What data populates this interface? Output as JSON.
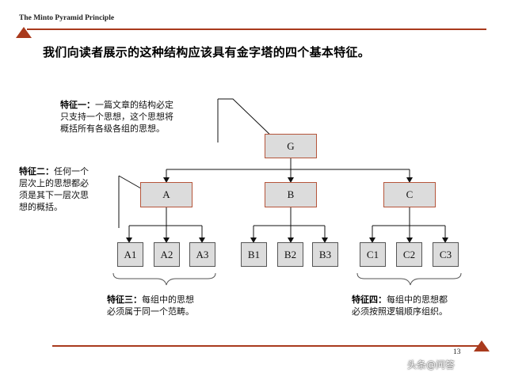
{
  "header": {
    "title": "The Minto Pyramid Principle"
  },
  "heading": "我们向读者展示的这种结构应该具有金字塔的四个基本特征。",
  "notes": {
    "f1": {
      "label": "特征一：",
      "text1": "一篇文章的结构必定",
      "text2": "只支持一个思想，这个思想将",
      "text3": "概括所有各级各组的思想。"
    },
    "f2": {
      "label": "特征二：",
      "text1": "任何一个",
      "text2": "层次上的思想都必",
      "text3": "须是其下一层次思",
      "text4": "想的概括。"
    },
    "f3": {
      "label": "特征三：",
      "text1": "每组中的思想",
      "text2": "必须属于同一个范畴。"
    },
    "f4": {
      "label": "特征四：",
      "text1": "每组中的思想都",
      "text2": "必须按照逻辑顺序组织。"
    }
  },
  "tree": {
    "root": "G",
    "mid": [
      "A",
      "B",
      "C"
    ],
    "leaves": [
      "A1",
      "A2",
      "A3",
      "B1",
      "B2",
      "B3",
      "C1",
      "C2",
      "C3"
    ]
  },
  "footer": {
    "page": "13",
    "watermark": "头条@问答"
  },
  "colors": {
    "accent": "#a93a1d",
    "line": "#b5553a"
  }
}
